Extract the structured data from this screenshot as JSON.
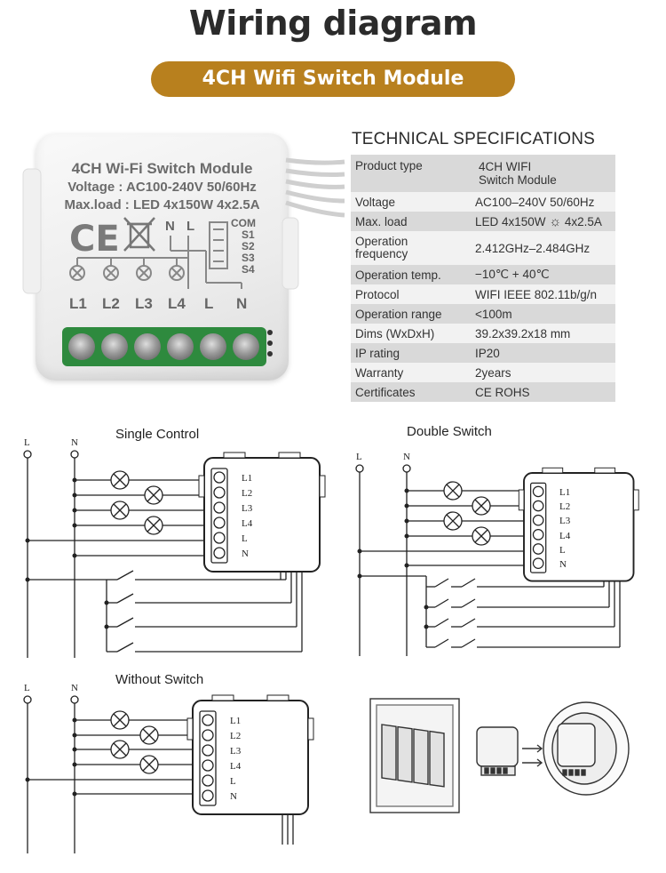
{
  "page_title": "Wiring diagram",
  "banner": "4CH Wifi Switch Module",
  "module": {
    "line1": "4CH Wi-Fi Switch Module",
    "line2": "Voltage : AC100-240V 50/60Hz",
    "line3": "Max.load : LED 4x150W 4x2.5A",
    "ce": "CE",
    "top_labels": [
      "N",
      "L"
    ],
    "com_labels": [
      "COM",
      "S1",
      "S2",
      "S3",
      "S4"
    ],
    "terminals": [
      "L1",
      "L2",
      "L3",
      "L4",
      "L",
      "N"
    ]
  },
  "specs": {
    "title": "TECHNICAL SPECIFICATIONS",
    "rows": [
      {
        "key": "Product type",
        "value_lines": [
          "4CH WIFI",
          "Switch Module"
        ]
      },
      {
        "key": "Voltage",
        "value": "AC100–240V 50/60Hz"
      },
      {
        "key": "Max. load",
        "value_pre": "LED 4x150W",
        "value_post": "4x2.5A"
      },
      {
        "key_lines": [
          "Operation",
          "frequency"
        ],
        "value": "2.412GHz–2.484GHz"
      },
      {
        "key": "Operation temp.",
        "value": "−10℃ + 40℃"
      },
      {
        "key": "Protocol",
        "value": "WIFI  IEEE 802.11b/g/n"
      },
      {
        "key": "Operation range",
        "value": "<100m"
      },
      {
        "key": "Dims (WxDxH)",
        "value": "39.2x39.2x18 mm"
      },
      {
        "key": "IP rating",
        "value": "IP20"
      },
      {
        "key": "Warranty",
        "value": "2years"
      },
      {
        "key": "Certificates",
        "value": "CE ROHS"
      }
    ]
  },
  "diagrams": {
    "single_control": "Single Control",
    "double_switch": "Double Switch",
    "without_switch": "Without Switch",
    "line_labels": [
      "L",
      "N"
    ],
    "terminal_labels": [
      "L1",
      "L2",
      "L3",
      "L4",
      "L",
      "N"
    ]
  },
  "colors": {
    "banner": "#b8801e",
    "terminal_green": "#2e8a3e",
    "line": "#222222"
  }
}
